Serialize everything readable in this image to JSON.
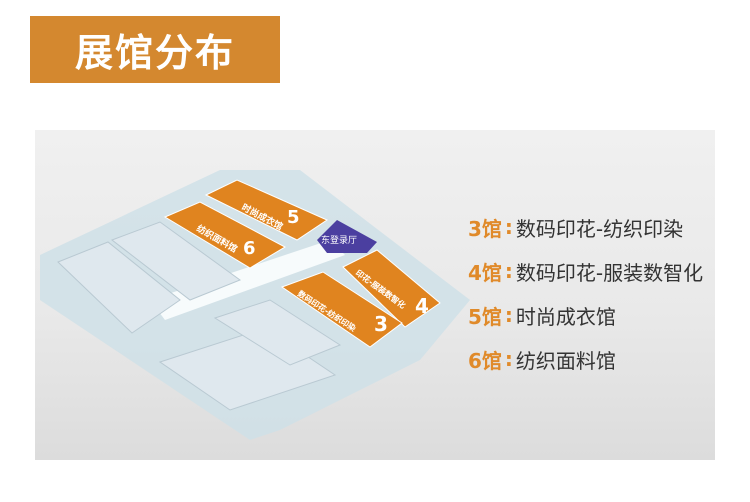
{
  "title": "展馆分布",
  "colors": {
    "accent": "#d4882f",
    "hall": "#e0841f",
    "lobby": "#4b3fa0",
    "other_hall": "#d9e4ea"
  },
  "map": {
    "halls": [
      {
        "number": "5",
        "label": "时尚成衣馆"
      },
      {
        "number": "6",
        "label": "纺织面料馆"
      },
      {
        "number": "4",
        "label": "印花-服装数智化"
      },
      {
        "number": "3",
        "label": "数码印花-纺织印染"
      }
    ],
    "lobby_label": "东登录厅"
  },
  "legend": [
    {
      "hall": "3馆",
      "desc": "数码印花-纺织印染"
    },
    {
      "hall": "4馆",
      "desc": "数码印花-服装数智化"
    },
    {
      "hall": "5馆",
      "desc": "时尚成衣馆"
    },
    {
      "hall": "6馆",
      "desc": "纺织面料馆"
    }
  ]
}
